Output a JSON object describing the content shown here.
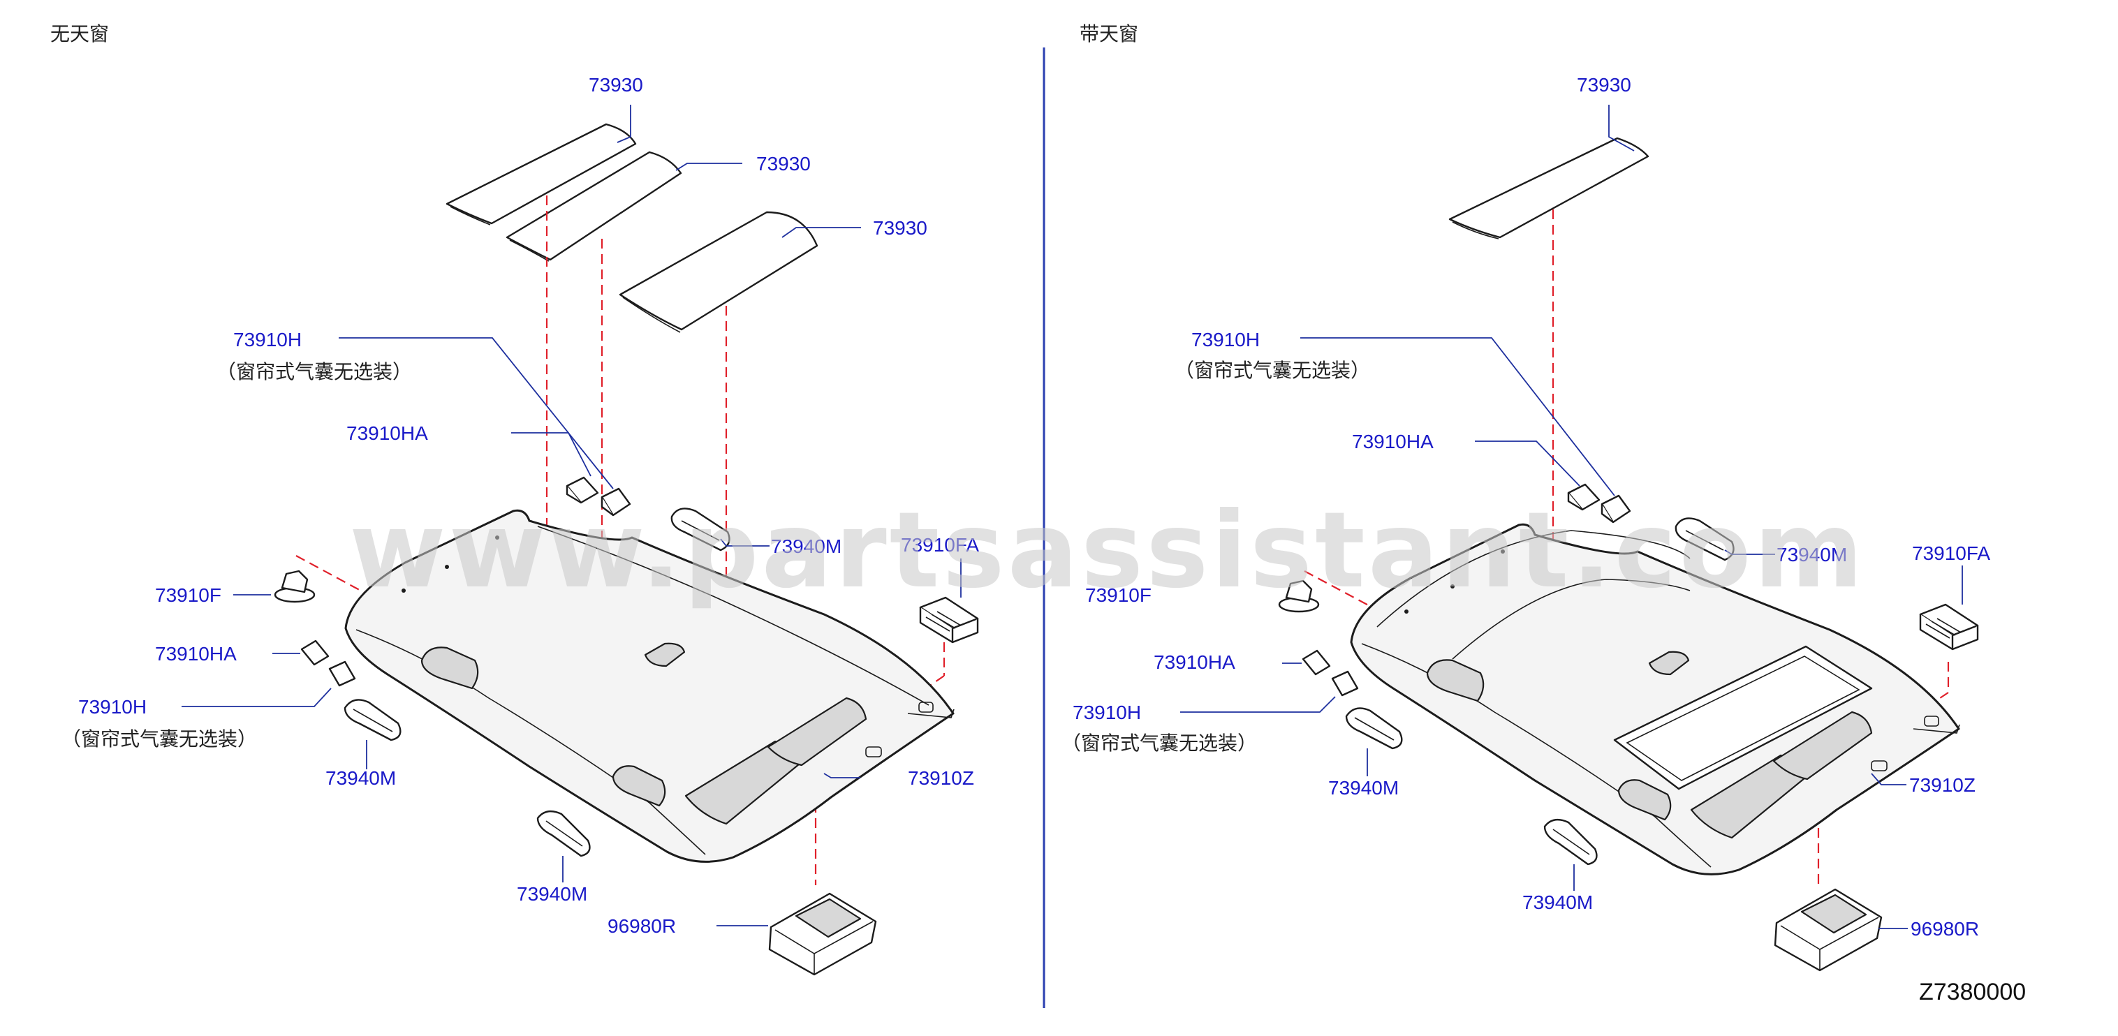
{
  "sections": {
    "left_title": "无天窗",
    "right_title": "带天窗"
  },
  "watermark": "www.partsassistant.com",
  "diagram_code": "Z7380000",
  "left_labels": {
    "pad_a": "73930",
    "pad_b": "73930",
    "pad_c": "73930",
    "clip_h": "73910H",
    "clip_h_note": "（窗帘式气囊无选装）",
    "clip_ha": "73910HA",
    "handle_top": "73940M",
    "pad_fa": "73910FA",
    "clip_f": "73910F",
    "clip_ha2": "73910HA",
    "clip_h2": "73910H",
    "clip_h2_note": "（窗帘式气囊无选装）",
    "handle_left": "73940M",
    "headlining": "73910Z",
    "handle_bottom": "73940M",
    "map_lamp": "96980R"
  },
  "right_labels": {
    "pad_a": "73930",
    "clip_h": "73910H",
    "clip_h_note": "（窗帘式气囊无选装）",
    "clip_ha": "73910HA",
    "handle_top": "73940M",
    "pad_fa": "73910FA",
    "clip_f": "73910F",
    "clip_ha2": "73910HA",
    "clip_h2": "73910H",
    "clip_h2_note": "（窗帘式气囊无选装）",
    "handle_left": "73940M",
    "headlining": "73910Z",
    "handle_bottom": "73940M",
    "map_lamp": "96980R"
  }
}
